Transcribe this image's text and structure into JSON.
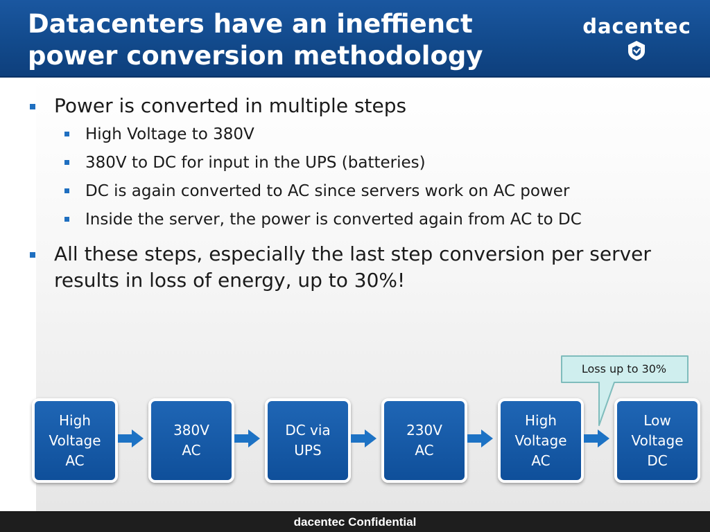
{
  "slide": {
    "title_line1": "Datacenters have an ineffienct",
    "title_line2": "power conversion methodology",
    "logo_text": "dacentec",
    "bullets": [
      {
        "text": "Power is converted in multiple steps"
      },
      {
        "text": "High Voltage to 380V"
      },
      {
        "text": "380V to DC for input in the UPS (batteries)"
      },
      {
        "text": "DC is again converted to AC since servers work on AC power"
      },
      {
        "text": "Inside the server, the power is converted again from AC to DC"
      },
      {
        "text": "All these steps, especially the last step conversion per server results in loss of energy, up to 30%!"
      }
    ],
    "flow": [
      {
        "lines": [
          "High",
          "Voltage",
          "AC"
        ]
      },
      {
        "lines": [
          "380V",
          "AC"
        ]
      },
      {
        "lines": [
          "DC via",
          "UPS"
        ]
      },
      {
        "lines": [
          "230V",
          "AC"
        ]
      },
      {
        "lines": [
          "High",
          "Voltage",
          "AC"
        ]
      },
      {
        "lines": [
          "Low",
          "Voltage",
          "DC"
        ]
      }
    ],
    "callout": "Loss up to 30%",
    "footer": "dacentec Confidential"
  },
  "colors": {
    "header_blue": "#124a8c",
    "box_blue": "#1560ad",
    "arrow_blue": "#1d72c4",
    "bullet_blue": "#1f6fc0",
    "callout_fill": "#cfeeee",
    "callout_border": "#7fbcbc",
    "footer_bg": "#1e1e1e"
  }
}
